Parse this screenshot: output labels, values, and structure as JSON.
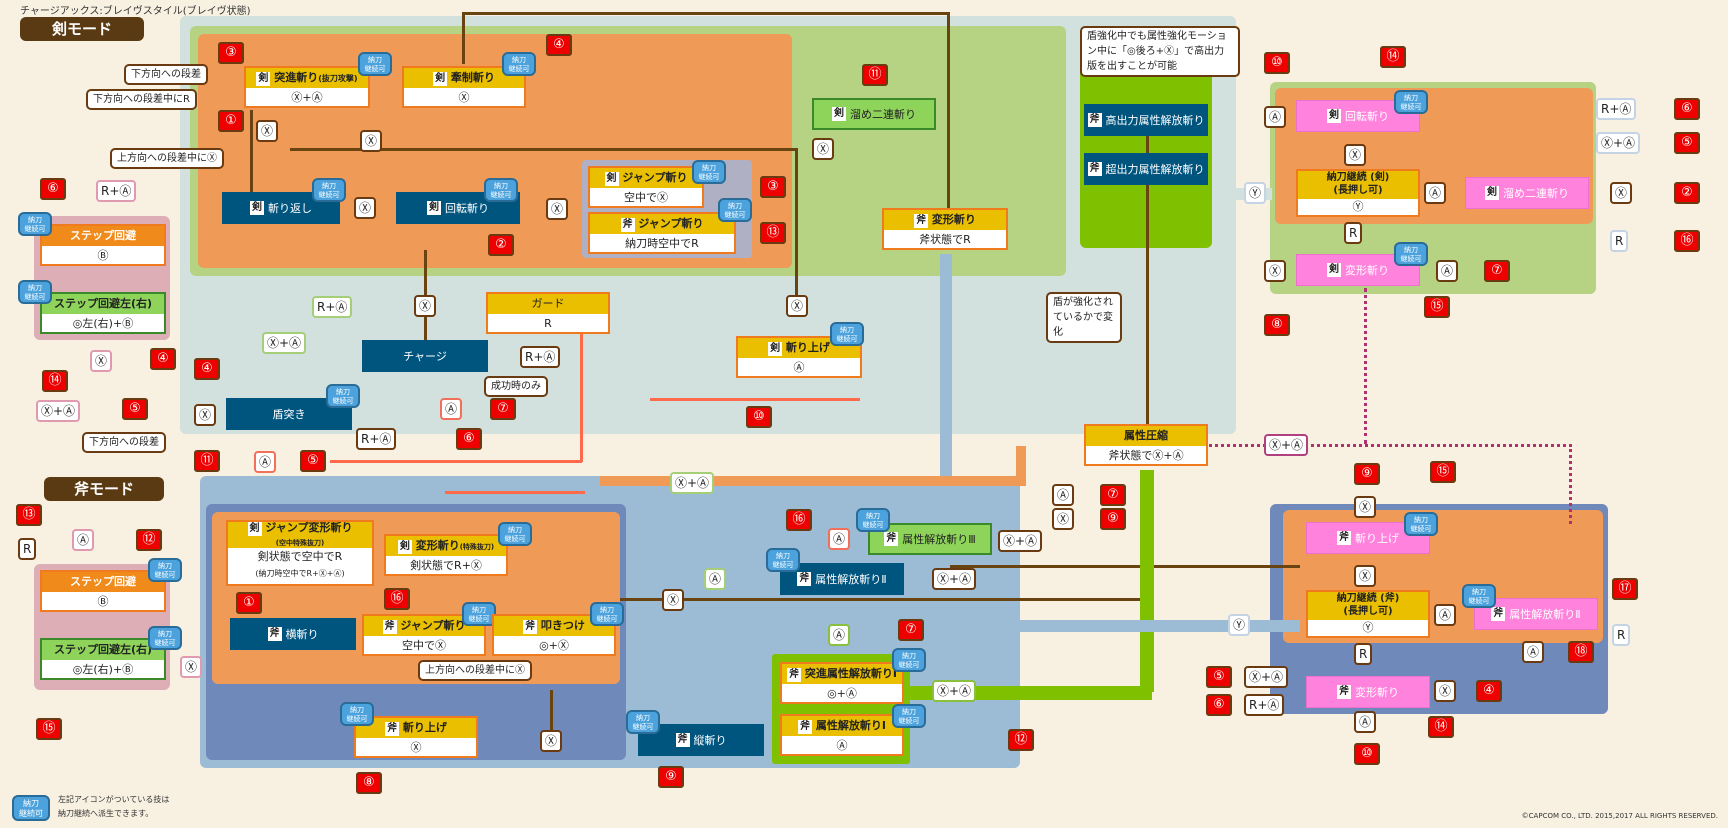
{
  "page_title": "チャージアックス:ブレイヴスタイル(ブレイヴ状態)",
  "modes": {
    "sword": "剣モード",
    "axe": "斧モード"
  },
  "tags": {
    "sword": "剣",
    "axe": "斧"
  },
  "nanto_badge": "納刀\n継続可",
  "colors": {
    "background": "#f8f1e2",
    "move_header": "#e9bf00",
    "dark_move": "#00557f",
    "pink_move": "#ff82dc",
    "number_badge": "#ee0000",
    "nanto_badge": "#4ba2dc",
    "arrow": "#6a4410"
  },
  "sword_mode": {
    "moves": {
      "tosshin": {
        "name": "突進斬り",
        "sub": "(抜刀攻撃)",
        "input": "Ⓧ+Ⓐ"
      },
      "kensei": {
        "name": "牽制斬り",
        "input": "Ⓧ"
      },
      "kirikaeshi": {
        "name": "斬り返し"
      },
      "kaiten": {
        "name": "回転斬り"
      },
      "jump_sword": {
        "name": "ジャンプ斬り",
        "input": "空中でⓍ"
      },
      "jump_axe": {
        "name": "ジャンプ斬り",
        "input": "納刀時空中でR"
      },
      "tame_nirengiri": {
        "name": "溜め二連斬り"
      },
      "henkei_axe": {
        "name": "変形斬り",
        "input": "斧状態でR"
      },
      "kiriage": {
        "name": "斬り上げ",
        "input": "Ⓐ"
      },
      "guard": {
        "name": "ガード",
        "input": "R"
      },
      "charge": {
        "name": "チャージ"
      },
      "tatetsuki": {
        "name": "盾突き"
      },
      "step": {
        "name": "ステップ回避",
        "input": "Ⓑ"
      },
      "step_lr": {
        "name": "ステップ回避左(右)",
        "input": "◎左(右)+Ⓑ"
      }
    },
    "notes": {
      "down_step": "下方向への段差",
      "down_step_r": "下方向への段差中にR",
      "up_step_x": "上方向への段差中にⓍ",
      "success_only": "成功時のみ",
      "down_step2": "下方向への段差"
    }
  },
  "axe_mode": {
    "moves": {
      "jump_henkei": {
        "name": "ジャンプ変形斬り",
        "sub": "(空中特殊抜刀)",
        "input": "剣状態で空中でR",
        "input2": "(納刀時空中でR+Ⓧ+Ⓐ)"
      },
      "henkei_special": {
        "name": "変形斬り",
        "sub": "(特殊抜刀)",
        "input": "剣状態でR+Ⓧ"
      },
      "yokogiri": {
        "name": "横斬り"
      },
      "jump_axe": {
        "name": "ジャンプ斬り",
        "input": "空中でⓍ"
      },
      "tatakitsuke": {
        "name": "叩きつけ",
        "input": "◎+Ⓧ"
      },
      "kiriage": {
        "name": "斬り上げ",
        "input": "Ⓧ"
      },
      "tategiri": {
        "name": "縦斬り"
      },
      "tosshin_kaiho": {
        "name": "突進属性解放斬りⅠ",
        "input": "◎+Ⓐ"
      },
      "kaiho1": {
        "name": "属性解放斬りⅠ",
        "input": "Ⓐ"
      },
      "kaiho2": {
        "name": "属性解放斬りⅡ"
      },
      "kaiho3": {
        "name": "属性解放斬りⅢ"
      },
      "step": {
        "name": "ステップ回避",
        "input": "Ⓑ"
      },
      "step_lr": {
        "name": "ステップ回避左(右)",
        "input": "◎左(右)+Ⓑ"
      }
    },
    "notes": {
      "up_step_x": "上方向への段差中にⓍ"
    }
  },
  "high_power": {
    "note": "盾強化中でも属性強化モーション中に「◎後ろ+Ⓧ」で高出力版を出すことが可能",
    "moves": [
      "高出力属性解放斬り",
      "超出力属性解放斬り"
    ],
    "shield_note": "盾が強化されているかで変化"
  },
  "compress": {
    "name": "属性圧縮",
    "input": "斧状態でⓍ+Ⓐ"
  },
  "nanto_sword": {
    "name": "納刀継続 (剣)",
    "sub": "(長押し可)",
    "input": "Ⓨ",
    "moves": {
      "kaiten": "回転斬り",
      "tame": "溜め二連斬り",
      "henkei": "変形斬り"
    }
  },
  "nanto_axe": {
    "name": "納刀継続 (斧)",
    "sub": "(長押し可)",
    "input": "Ⓨ",
    "moves": {
      "kiriage": "斬り上げ",
      "kaiho2": "属性解放斬りⅡ",
      "henkei": "変形斬り"
    }
  },
  "keys": {
    "X": "Ⓧ",
    "A": "Ⓐ",
    "Y": "Ⓨ",
    "R": "R",
    "B": "Ⓑ",
    "XA": "Ⓧ+Ⓐ",
    "RA": "R+Ⓐ"
  },
  "numbers": [
    "①",
    "②",
    "③",
    "④",
    "⑤",
    "⑥",
    "⑦",
    "⑧",
    "⑨",
    "⑩",
    "⑪",
    "⑫",
    "⑬",
    "⑭",
    "⑮",
    "⑯",
    "⑰",
    "⑱"
  ],
  "legend": "左記アイコンがついている技は\n納刀継続へ派生できます。",
  "copyright": "©CAPCOM CO., LTD. 2015,2017 ALL RIGHTS RESERVED."
}
